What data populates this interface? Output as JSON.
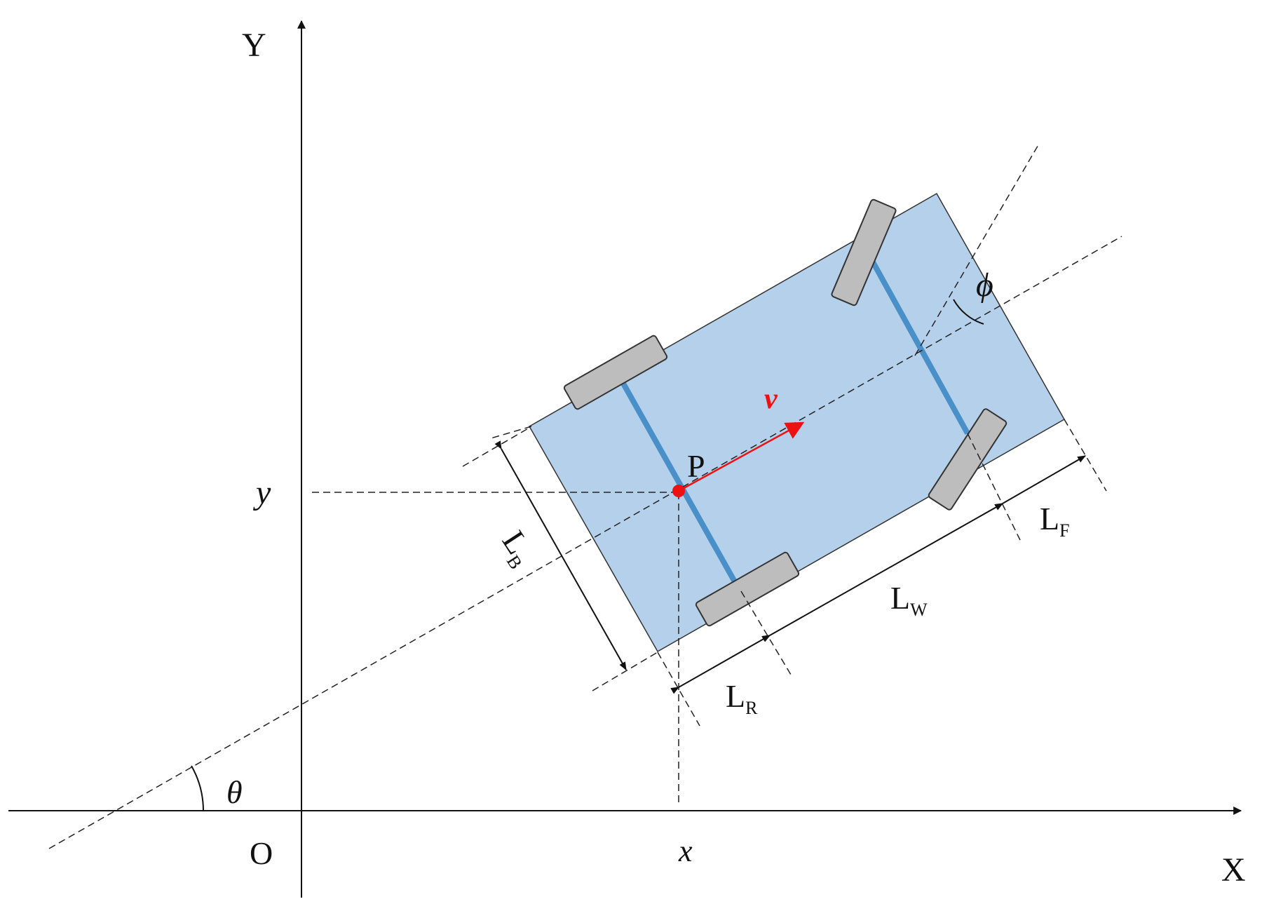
{
  "labels": {
    "y_axis": "Y",
    "x_axis": "X",
    "origin": "O",
    "x_coord": "x",
    "y_coord": "y",
    "theta": "θ",
    "phi": "ϕ",
    "point": "P",
    "velocity": "v",
    "lb": {
      "main": "L",
      "sub": "B"
    },
    "lw": {
      "main": "L",
      "sub": "W"
    },
    "lr": {
      "main": "L",
      "sub": "R"
    },
    "lf": {
      "main": "L",
      "sub": "F"
    }
  },
  "colors": {
    "body_fill": "#b5d0ea",
    "axle": "#4a90c8",
    "wheel": "#bdbdbd",
    "point": "#ee1111",
    "velocity": "#ee1111"
  }
}
